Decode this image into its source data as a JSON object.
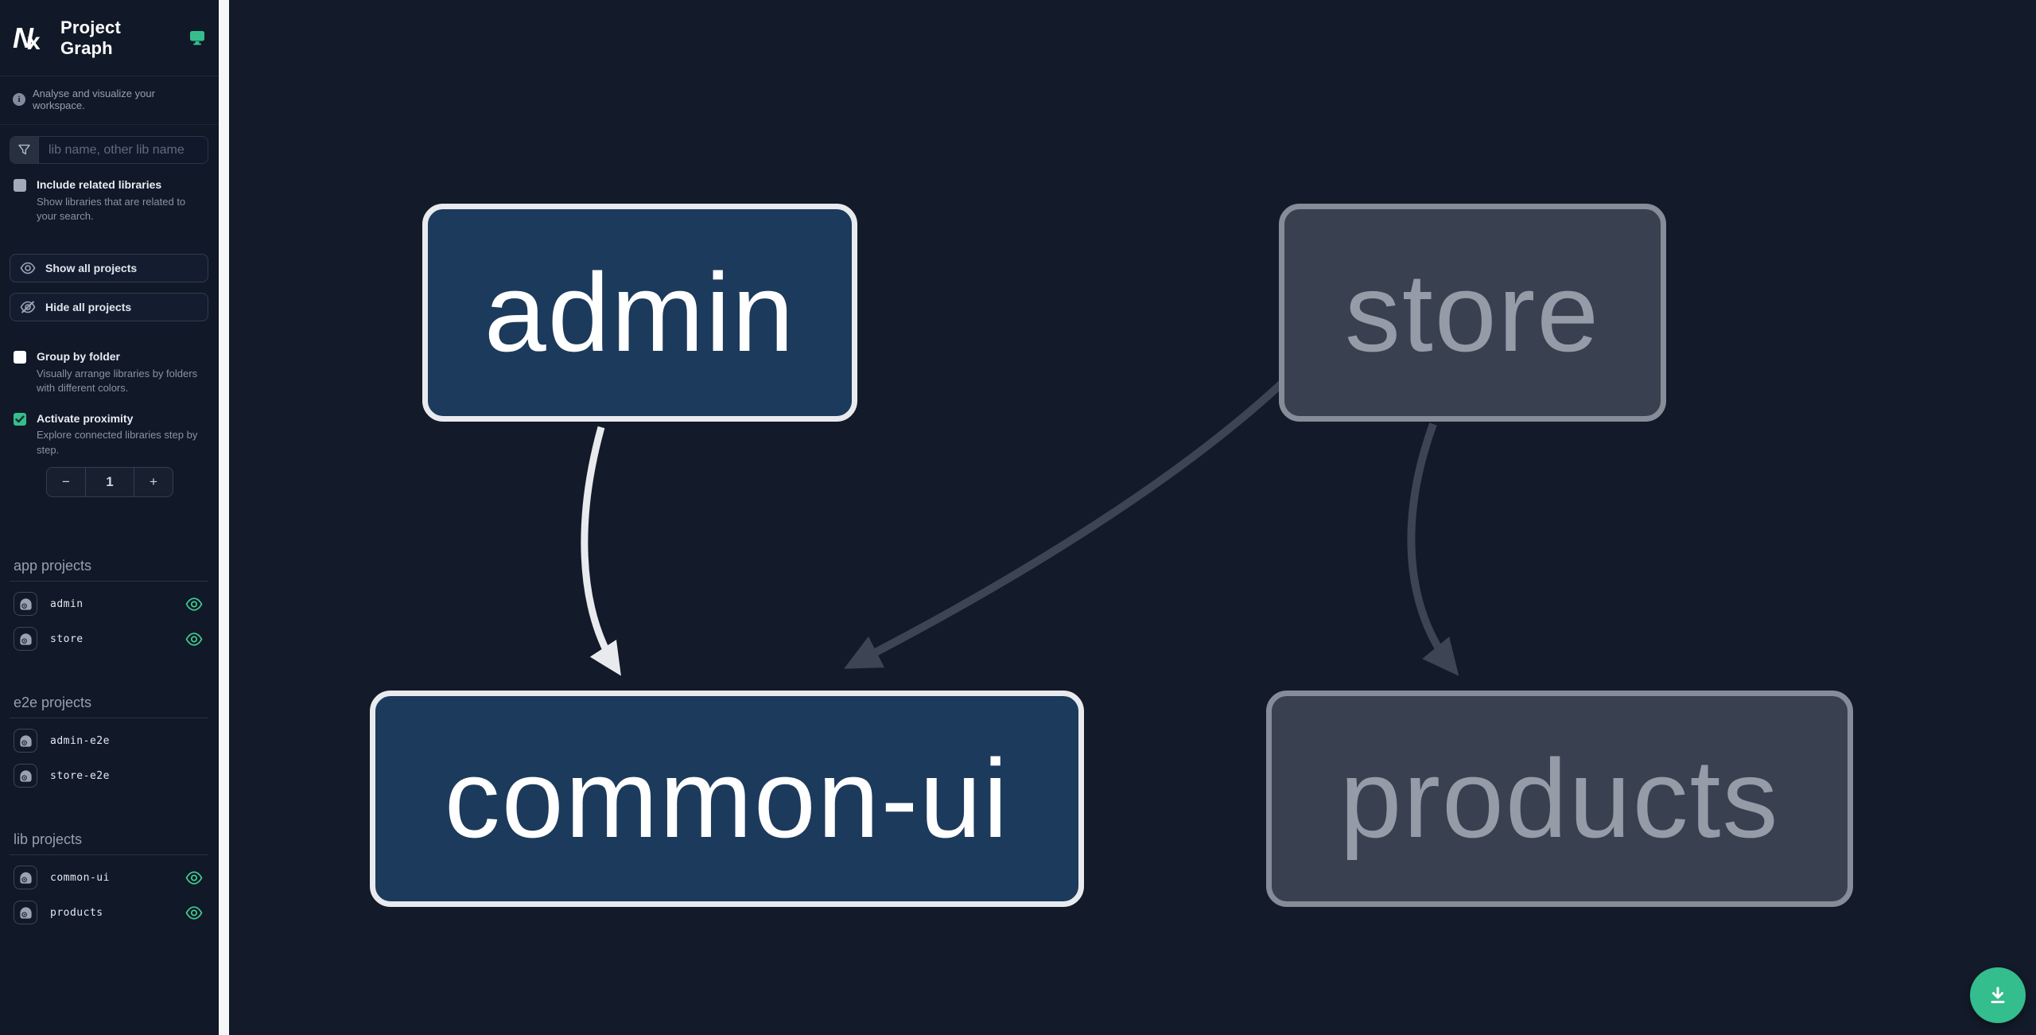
{
  "header": {
    "logo": "Nx",
    "title": "Project Graph"
  },
  "intro": {
    "text": "Analyse and visualize your workspace."
  },
  "search": {
    "placeholder": "lib name, other lib name",
    "value": ""
  },
  "options": {
    "include_related": {
      "label": "Include related libraries",
      "description": "Show libraries that are related to your search.",
      "checked": false
    },
    "group_by_folder": {
      "label": "Group by folder",
      "description": "Visually arrange libraries by folders with different colors.",
      "checked": false
    },
    "activate_proximity": {
      "label": "Activate proximity",
      "description": "Explore connected libraries step by step.",
      "checked": true
    }
  },
  "actions": {
    "show_all": "Show all projects",
    "hide_all": "Hide all projects"
  },
  "proximity_stepper": {
    "decrement": "−",
    "value": "1",
    "increment": "+"
  },
  "sections": [
    {
      "title": "app projects",
      "items": [
        {
          "name": "admin",
          "visible": true
        },
        {
          "name": "store",
          "visible": true
        }
      ]
    },
    {
      "title": "e2e projects",
      "items": [
        {
          "name": "admin-e2e",
          "visible": false
        },
        {
          "name": "store-e2e",
          "visible": false
        }
      ]
    },
    {
      "title": "lib projects",
      "items": [
        {
          "name": "common-ui",
          "visible": true
        },
        {
          "name": "products",
          "visible": true
        }
      ]
    }
  ],
  "graph": {
    "nodes": [
      {
        "label": "admin",
        "state": "focused"
      },
      {
        "label": "store",
        "state": "dimmed"
      },
      {
        "label": "common-ui",
        "state": "focused"
      },
      {
        "label": "products",
        "state": "dimmed"
      }
    ],
    "edges": [
      {
        "from": "admin",
        "to": "common-ui",
        "color": "#e8eaee"
      },
      {
        "from": "store",
        "to": "common-ui",
        "color": "#3d4554"
      },
      {
        "from": "store",
        "to": "products",
        "color": "#3d4554"
      }
    ]
  },
  "fab": {
    "action": "download-graph-image"
  },
  "colors": {
    "canvas_bg": "#131a29",
    "sidebar_bg": "#111827",
    "node_focused_fill": "#1c3a5c",
    "node_focused_border": "#e8eaee",
    "node_dimmed_fill": "#394150",
    "node_dimmed_border": "#868c98",
    "accent_green": "#36bd8e",
    "edge_active": "#e8eaee",
    "edge_dimmed": "#3d4554"
  }
}
